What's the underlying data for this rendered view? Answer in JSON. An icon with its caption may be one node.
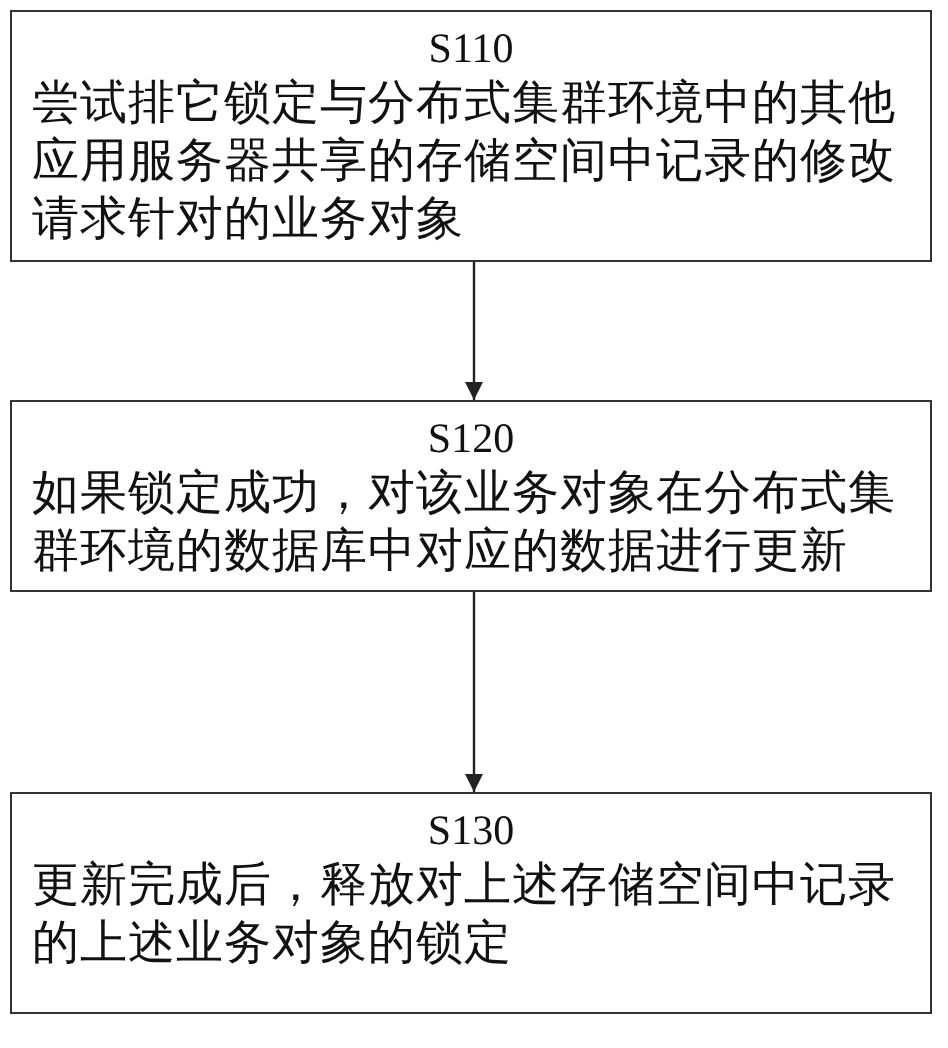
{
  "diagram": {
    "nodes": [
      {
        "text": [
          "S110",
          "尝试排它锁定与分布式集群环境中的其他应用服务器共享的存储空间中记录的修改请求针对的业务对象"
        ]
      },
      {
        "text": [
          "S120",
          "如果锁定成功，对该业务对象在分布式集群环境的数据库中对应的数据进行更新"
        ]
      },
      {
        "text": [
          "S130",
          "更新完成后，释放对上述存储空间中记录的上述业务对象的锁定"
        ]
      }
    ],
    "edges": [
      {
        "from": 0,
        "to": 1,
        "arrow": "to"
      },
      {
        "from": 1,
        "to": 2,
        "arrow": "to"
      }
    ]
  }
}
